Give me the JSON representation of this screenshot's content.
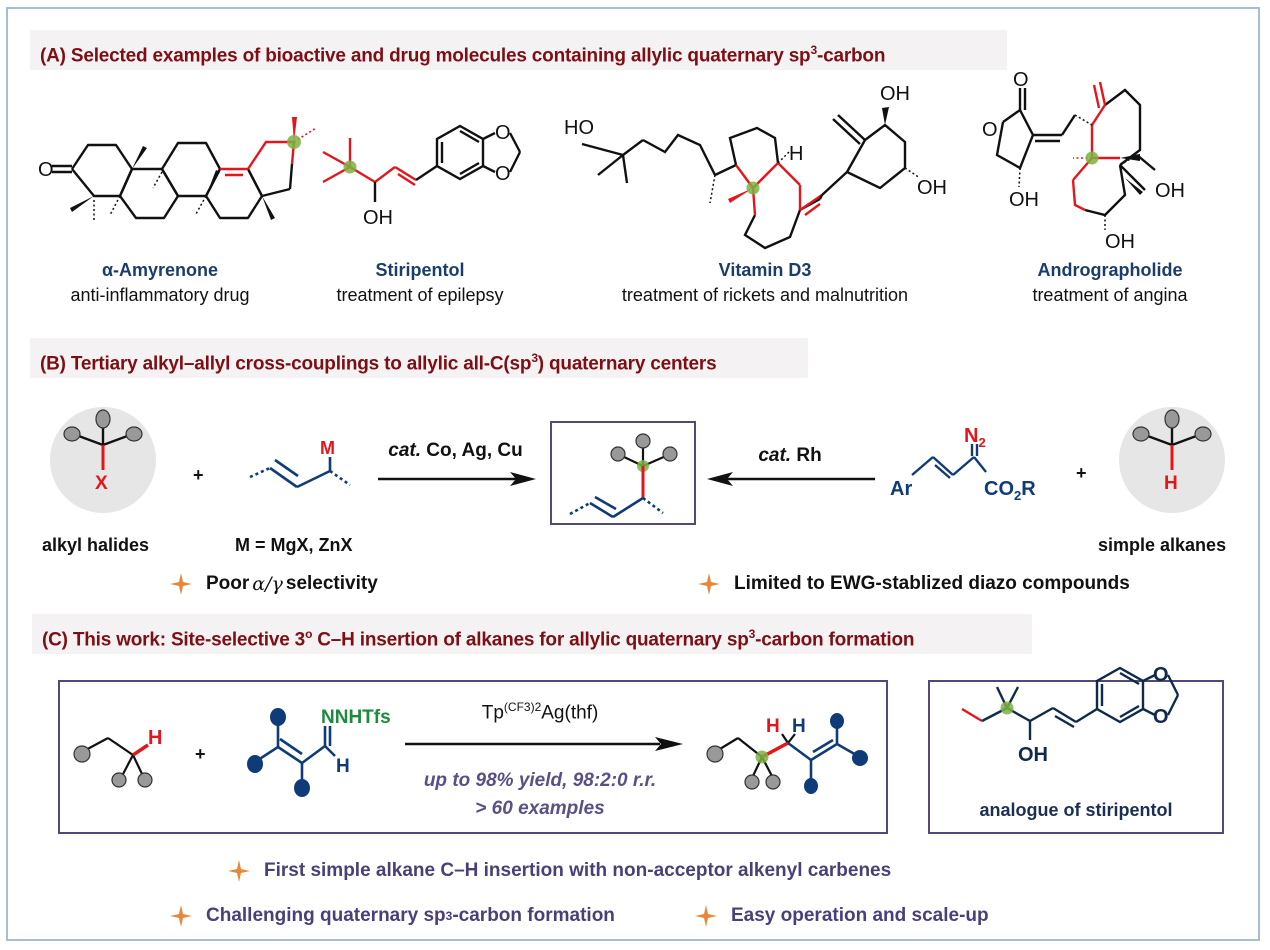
{
  "sections": {
    "A": {
      "header_pre": "(A) Selected examples of bioactive and drug molecules containing allylic quaternary sp",
      "header_sup": "3",
      "header_post": "-carbon",
      "molecules": [
        {
          "name": "α-Amyrenone",
          "use": "anti-inflammatory drug"
        },
        {
          "name": "Stiripentol",
          "use": "treatment of epilepsy"
        },
        {
          "name": "Vitamin D3",
          "use": "treatment of rickets and malnutrition"
        },
        {
          "name": "Andrographolide",
          "use": "treatment of angina"
        }
      ],
      "atom_labels": {
        "amyrenone_O": "O",
        "stiripentol_OH": "OH",
        "stiripentol_O1": "O",
        "stiripentol_O2": "O",
        "vitd3_HO": "HO",
        "vitd3_H": "H",
        "vitd3_OH1": "OH",
        "vitd3_OH2": "OH",
        "andro_O1": "O",
        "andro_O2": "O",
        "andro_OH1": "OH",
        "andro_OH2": "OH",
        "andro_OH3": "OH"
      }
    },
    "B": {
      "header_pre": "(B) Tertiary alkyl–allyl cross-couplings to allylic all-C(sp",
      "header_sup": "3",
      "header_post": ") quaternary centers",
      "left_reagent_label": "alkyl halides",
      "left_reagent_atom": "X",
      "plus1": "+",
      "allyl_metal_atom": "M",
      "allyl_metal_label": "M = MgX, ZnX",
      "left_arrow_cat_it": "cat.",
      "left_arrow_cat": " Co, Ag, Cu",
      "right_arrow_cat_it": "cat.",
      "right_arrow_cat": " Rh",
      "diazo_N2": "N",
      "diazo_N2_sub": "2",
      "diazo_Ar": "Ar",
      "diazo_CO2R_a": "CO",
      "diazo_CO2R_sub": "2",
      "diazo_CO2R_b": "R",
      "plus2": "+",
      "right_reagent_atom": "H",
      "right_reagent_label": "simple alkanes",
      "drawbacks": [
        {
          "pre": "Poor ",
          "greek": "α/γ",
          "post": " selectivity"
        },
        {
          "text": "Limited to EWG-stablized diazo compounds"
        }
      ]
    },
    "C": {
      "header_pre": "(C) This work: Site-selective 3",
      "header_sup": "o",
      "header_post": " C–H insertion of alkanes for allylic quaternary sp",
      "header_sup2": "3",
      "header_post2": "-carbon formation",
      "alkane_H": "H",
      "plus": "+",
      "hydrazone_label": "NNHTfs",
      "hydrazone_H": "H",
      "catalyst_pre": "Tp",
      "catalyst_sup": "(CF3)2",
      "catalyst_post": "Ag(thf)",
      "condition_line1": "up to 98% yield, 98:2:0 r.r.",
      "condition_line2": "> 60 examples",
      "product_H1": "H",
      "product_H2": "H",
      "analogue_label": "analogue of stiripentol",
      "analogue_OH": "OH",
      "analogue_O1": "O",
      "analogue_O2": "O",
      "highlights": [
        {
          "text": "First simple alkane C–H insertion with non-acceptor alkenyl carbenes"
        },
        {
          "pre": "Challenging quaternary sp",
          "sup": "3",
          "post": "-carbon formation"
        },
        {
          "text": "Easy operation and scale-up"
        }
      ]
    }
  },
  "colors": {
    "header_text": "#7d0f14",
    "header_bg": "#f5f2f4",
    "molecule_name": "#1b3d6d",
    "highlight_red": "#e4161b",
    "quaternary_green": "#7cb342",
    "navy": "#0f3c78",
    "box_border": "#54477a",
    "bullet_text": "#4a3f78",
    "star_orange": "#e8873a",
    "frame_border": "#a8bcd6",
    "green_label": "#1d8a3e"
  }
}
